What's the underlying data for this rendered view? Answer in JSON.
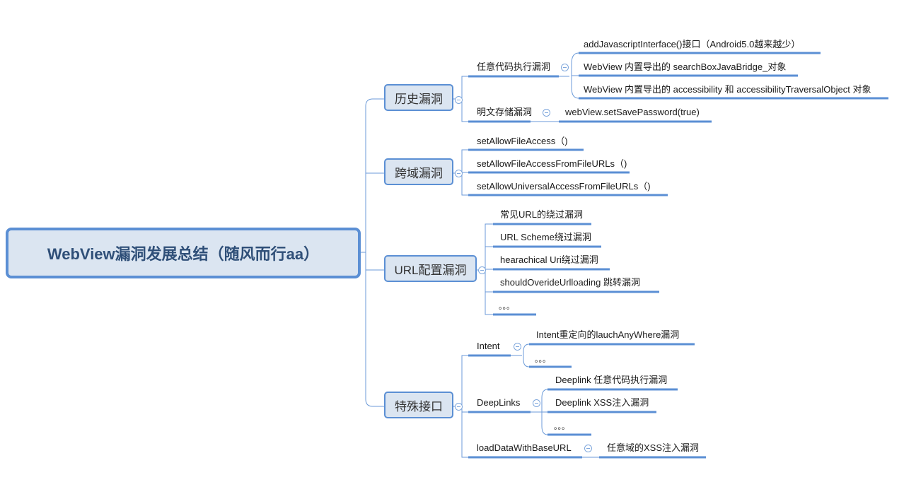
{
  "root": {
    "label": "WebView漏洞发展总结（随风而行aa）"
  },
  "branches": {
    "history": {
      "label": "历史漏洞",
      "rce": {
        "label": "任意代码执行漏洞",
        "items": [
          "addJavascriptInterface()接口（Android5.0越来越少）",
          "WebView 内置导出的 searchBoxJavaBridge_对象",
          "WebView 内置导出的 accessibility 和 accessibilityTraversalObject 对象"
        ]
      },
      "plaintext": {
        "label": "明文存储漏洞",
        "items": [
          "webView.setSavePassword(true)"
        ]
      }
    },
    "crossdomain": {
      "label": "跨域漏洞",
      "items": [
        "setAllowFileAccess（)",
        "setAllowFileAccessFromFileURLs（)",
        "setAllowUniversalAccessFromFileURLs（)"
      ]
    },
    "urlconfig": {
      "label": "URL配置漏洞",
      "items": [
        "常见URL的绕过漏洞",
        "URL Scheme绕过漏洞",
        "hearachical Uri绕过漏洞",
        " shouldOverideUrlloading 跳转漏洞",
        "。。。"
      ]
    },
    "special": {
      "label": "特殊接口",
      "intent": {
        "label": "Intent",
        "items": [
          "Intent重定向的lauchAnyWhere漏洞",
          "。。。"
        ]
      },
      "deeplinks": {
        "label": "DeepLinks",
        "items": [
          "Deeplink 任意代码执行漏洞",
          "Deeplink XSS注入漏洞",
          "。。。"
        ]
      },
      "loaddata": {
        "label": "loadDataWithBaseURL",
        "items": [
          "任意域的XSS注入漏洞"
        ]
      }
    }
  },
  "colors": {
    "line": "#5b8fd4",
    "node_bg": "#dbe5f1",
    "root_text": "#2f4f78"
  }
}
